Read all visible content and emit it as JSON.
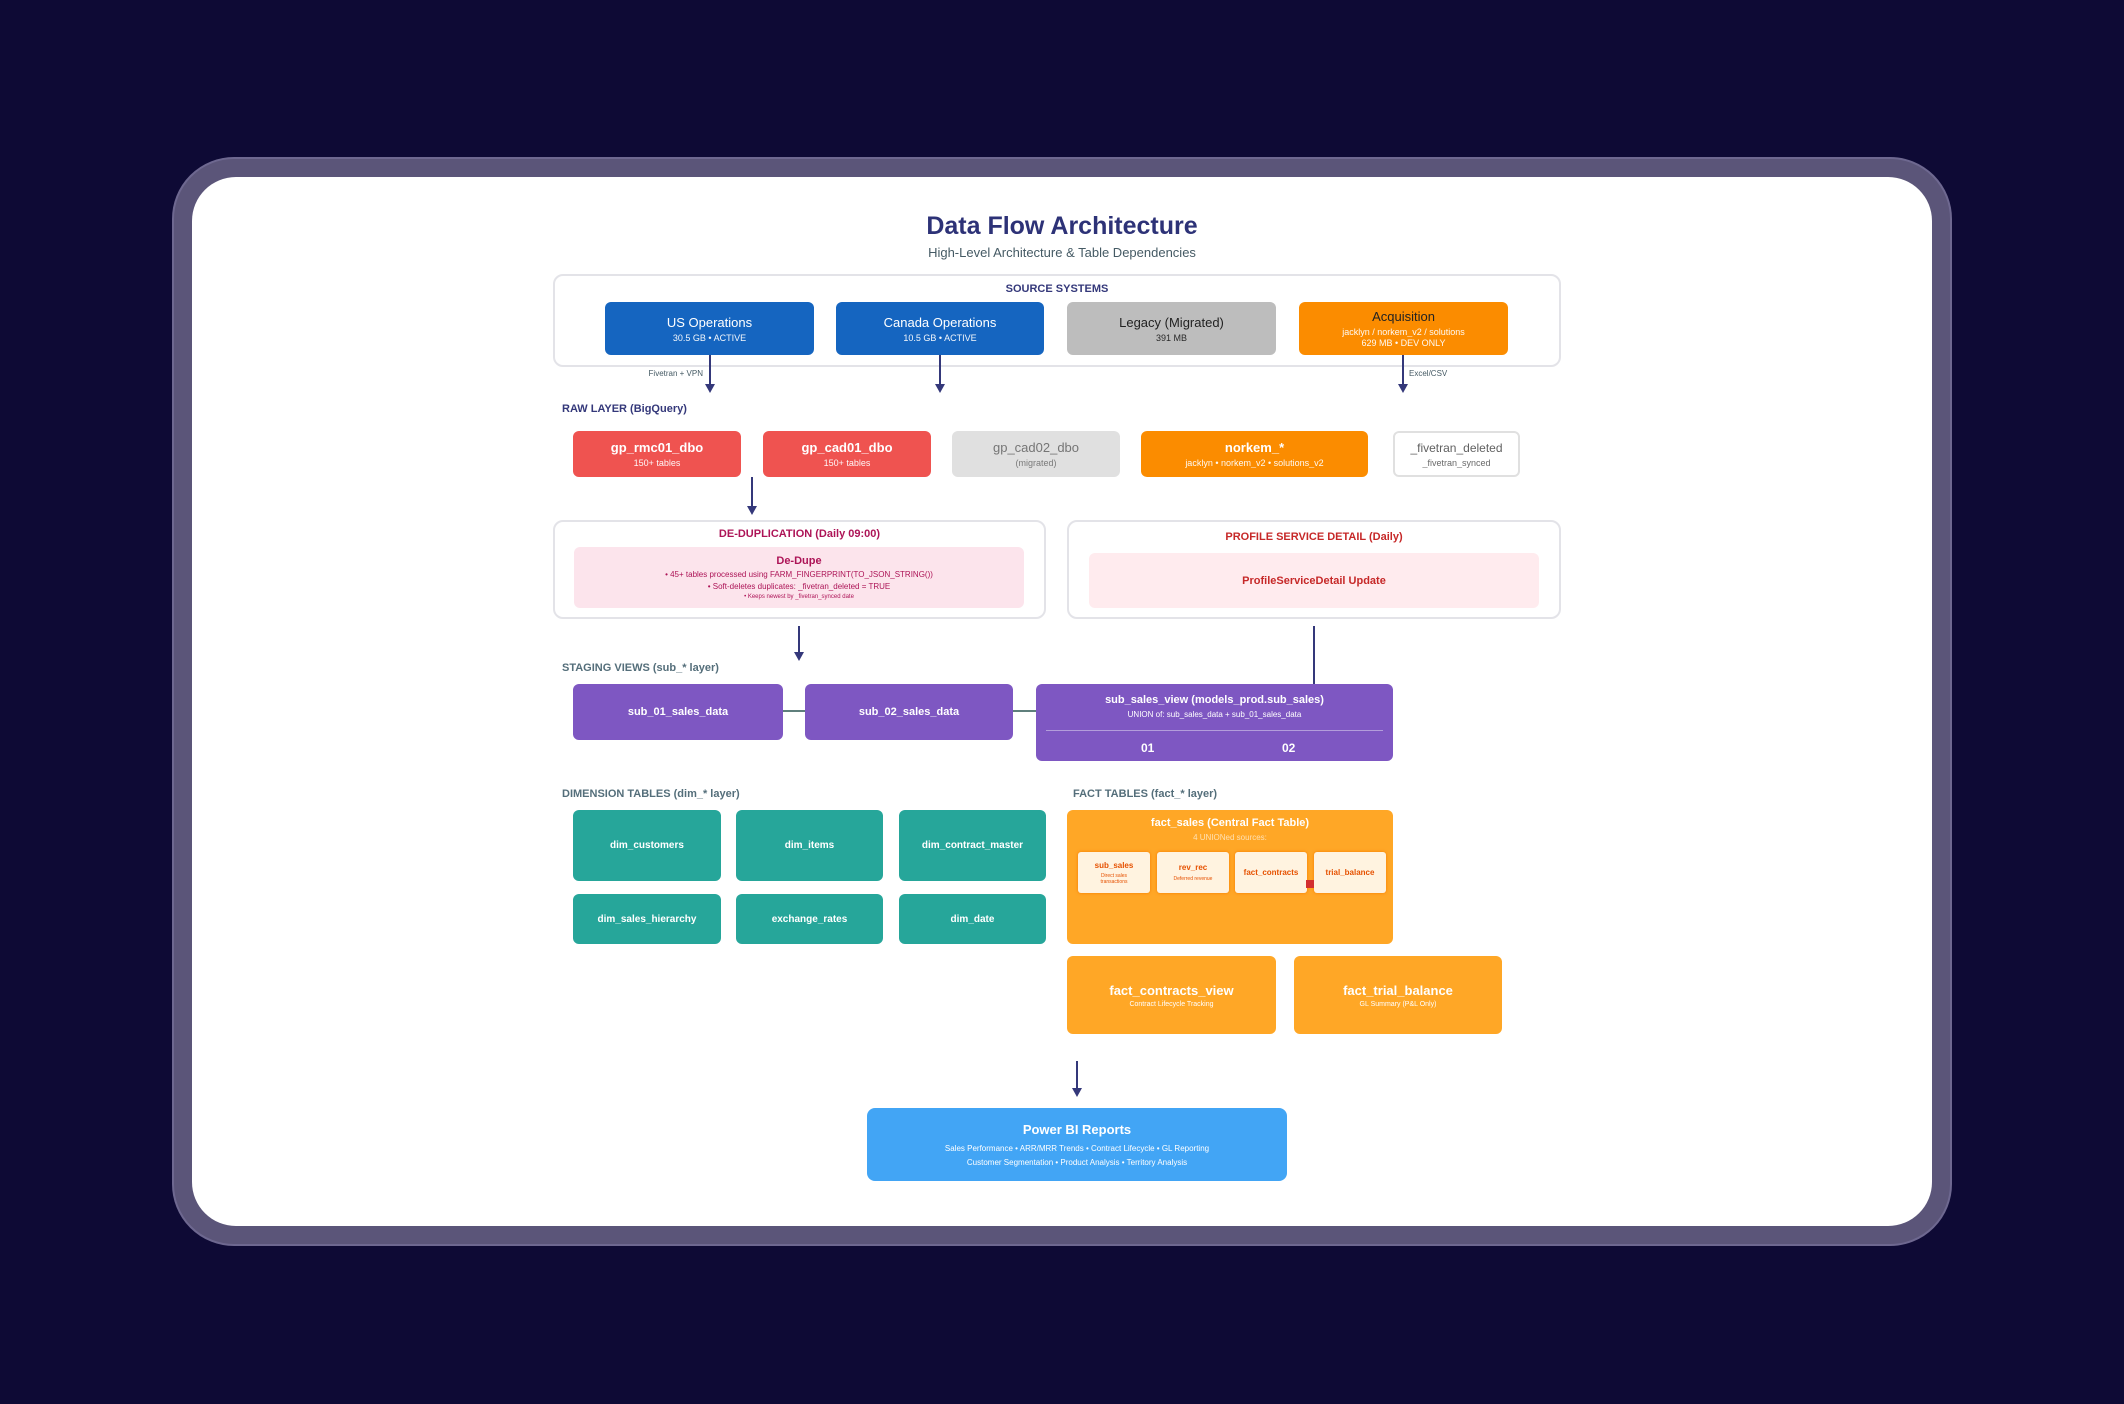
{
  "title": "Data Flow Architecture",
  "subtitle": "High-Level Architecture & Table Dependencies",
  "source": {
    "label": "SOURCE SYSTEMS",
    "items": [
      {
        "name": "US Operations",
        "detail": "30.5 GB • ACTIVE",
        "color": "#1565c0"
      },
      {
        "name": "Canada Operations",
        "detail": "10.5 GB • ACTIVE",
        "color": "#1565c0"
      },
      {
        "name": "Legacy (Migrated)",
        "detail": "391 MB",
        "color": "#bdbdbd"
      },
      {
        "name": "Acquisition",
        "detail1": "jacklyn / norkem_v2 / solutions",
        "detail": "629 MB • DEV ONLY",
        "color": "#fb8c00"
      }
    ],
    "edge_left": "Fivetran + VPN",
    "edge_right": "Excel/CSV"
  },
  "raw": {
    "label": "RAW LAYER (BigQuery)",
    "items": [
      {
        "name": "gp_rmc01_dbo",
        "detail": "150+ tables"
      },
      {
        "name": "gp_cad01_dbo",
        "detail": "150+ tables"
      },
      {
        "name": "gp_cad02_dbo",
        "detail": "(migrated)"
      },
      {
        "name": "norkem_*",
        "detail": "jacklyn • norkem_v2 • solutions_v2"
      },
      {
        "name": "_fivetran_deleted",
        "detail": "_fivetran_synced"
      }
    ]
  },
  "dedupe": {
    "label": "DE-DUPLICATION (Daily 09:00)",
    "title": "De-Dupe",
    "lines": [
      "• 45+ tables processed using FARM_FINGERPRINT(TO_JSON_STRING())",
      "• Soft-deletes duplicates: _fivetran_deleted = TRUE",
      "• Keeps newest by _fivetran_synced date"
    ]
  },
  "profile": {
    "label": "PROFILE SERVICE DETAIL (Daily)",
    "title": "ProfileServiceDetail Update"
  },
  "staging": {
    "label": "STAGING VIEWS (sub_* layer)",
    "items": [
      "sub_01_sales_data",
      "sub_02_sales_data"
    ],
    "view": {
      "name": "sub_sales_view (models_prod.sub_sales)",
      "detail": "UNION of: sub_sales_data + sub_01_sales_data",
      "parts": [
        "01",
        "02"
      ]
    }
  },
  "dims": {
    "label": "DIMENSION TABLES (dim_* layer)",
    "items": [
      "dim_customers",
      "dim_items",
      "dim_contract_master",
      "dim_sales_hierarchy",
      "exchange_rates",
      "dim_date"
    ]
  },
  "facts": {
    "label": "FACT TABLES (fact_* layer)",
    "central": {
      "name": "fact_sales (Central Fact Table)",
      "detail": "4 UNIONed sources:",
      "sources": [
        {
          "name": "sub_sales",
          "detail": "Direct sales transactions"
        },
        {
          "name": "rev_rec",
          "detail": "Deferred revenue"
        },
        {
          "name": "fact_contracts",
          "detail": ""
        },
        {
          "name": "trial_balance",
          "detail": ""
        }
      ]
    },
    "others": [
      {
        "name": "fact_contracts_view",
        "detail": "Contract Lifecycle Tracking"
      },
      {
        "name": "fact_trial_balance",
        "detail": "GL Summary (P&L Only)"
      }
    ]
  },
  "powerbi": {
    "name": "Power BI Reports",
    "line1": "Sales Performance • ARR/MRR Trends • Contract Lifecycle • GL Reporting",
    "line2": "Customer Segmentation • Product Analysis • Territory Analysis"
  }
}
